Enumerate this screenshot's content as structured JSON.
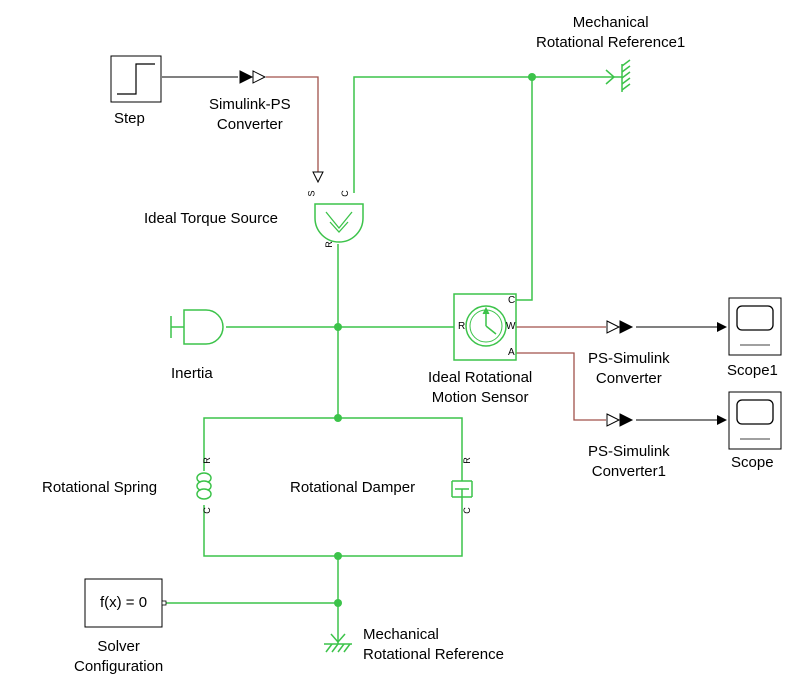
{
  "colors": {
    "physical_line": "#3cc34a",
    "ps_line": "#a0524a",
    "signal_line": "#000000"
  },
  "blocks": {
    "step": {
      "label": "Step"
    },
    "sps_converter": {
      "label_line1": "Simulink-PS",
      "label_line2": "Converter"
    },
    "mech_ref1": {
      "label_line1": "Mechanical",
      "label_line2": "Rotational Reference1"
    },
    "torque_source": {
      "label": "Ideal Torque Source",
      "port_s": "S",
      "port_c": "C",
      "port_r": "R"
    },
    "inertia": {
      "label": "Inertia"
    },
    "motion_sensor": {
      "label_line1": "Ideal Rotational",
      "label_line2": "Motion Sensor",
      "port_r": "R",
      "port_c": "C",
      "port_w": "W",
      "port_a": "A"
    },
    "ps_simulink": {
      "label_line1": "PS-Simulink",
      "label_line2": "Converter"
    },
    "ps_simulink1": {
      "label_line1": "PS-Simulink",
      "label_line2": "Converter1"
    },
    "scope1": {
      "label": "Scope1"
    },
    "scope": {
      "label": "Scope"
    },
    "spring": {
      "label": "Rotational Spring",
      "port_r": "R",
      "port_c": "C"
    },
    "damper": {
      "label": "Rotational Damper",
      "port_r": "R",
      "port_c": "C"
    },
    "solver": {
      "label_line1": "Solver",
      "label_line2": "Configuration",
      "text": "f(x) = 0"
    },
    "mech_ref": {
      "label_line1": "Mechanical",
      "label_line2": "Rotational Reference"
    }
  }
}
